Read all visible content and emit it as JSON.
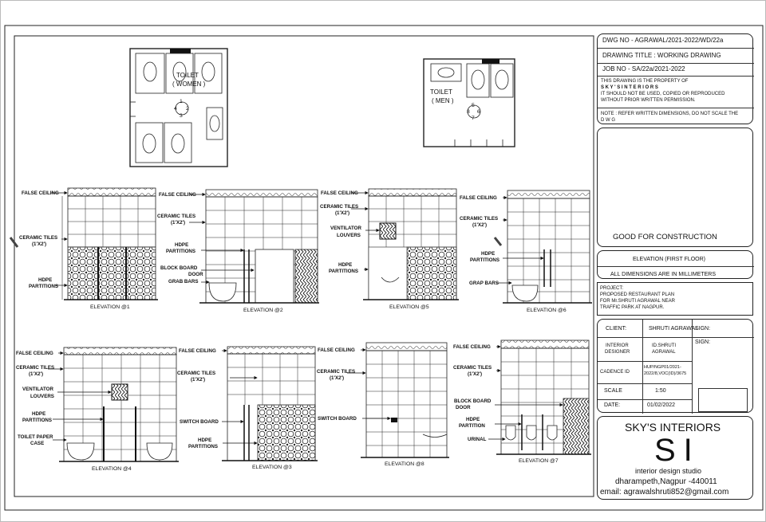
{
  "title_block": {
    "dwg_no": "DWG NO - AGRAWAL/2021-2022/WD/22a",
    "drawing_title": "DRAWING TITLE :  WORKING DRAWING",
    "job_no": "JOB NO - SA/22a/2021-2022",
    "property_lines": [
      "THIS DRAWING IS THE PROPERTY OF",
      "S K Y ' S   I N T E R I O R S",
      "IT SHOULD NOT BE USED, COPIED OR REPRODUCED",
      "WITHOUT PRIOR WRITTEN PERMISSION."
    ],
    "note_lines": [
      "NOTE : REFER WRITTEN DIMENSIONS, DO NOT SCALE THE",
      "D                         W                         G"
    ],
    "good_for_construction": "GOOD FOR CONSTRUCTION",
    "elevation_title": "ELEVATION (FIRST FLOOR)",
    "dimensions_note": "ALL DIMENSIONS ARE IN MILLIMETERS",
    "project_lines": [
      "PROJECT:",
      "PROPOSED RESTAURANT PLAN",
      "FOR Mr.SHRUTI AGRAWAL NEAR",
      "TRAFFIC PARK AT NAGPUR."
    ],
    "client": "CLIENT:",
    "client_value": "SHRUTI AGRAWAL",
    "sign": "SIGN:",
    "interior_designer": [
      "INTERIOR",
      "DESIGNER"
    ],
    "designer_value": [
      "ID.SHRUTI",
      "AGRAWAL"
    ],
    "cadence_id": "CADENCE ID",
    "cadence_value": [
      "HUP/NGP01/2021-",
      "2022/8,VOC(ID)/3675"
    ],
    "scale": "SCALE",
    "scale_value": "1:50",
    "date": "DATE:",
    "date_value": "01/02/2022",
    "company": "SKY'S INTERIORS",
    "logo": "SI",
    "studio": "interior design studio",
    "address": "dharampeth,Nagpur -440011",
    "email": "email: agrawalshruti852@gmail.com"
  },
  "plans": {
    "women_label": [
      "TOILET",
      "( WOMEN )"
    ],
    "men_label": [
      "TOILET",
      "( MEN )"
    ],
    "women_nums": [
      "1",
      "4",
      "2",
      "3"
    ],
    "men_nums": [
      "5",
      "8",
      "6",
      "7"
    ]
  },
  "callouts": {
    "false_ceiling": "FALSE CEILING",
    "ceramic_tiles": "CERAMIC TILES",
    "tile_size": "(1'X2')",
    "hdpe": "HDPE",
    "partitions": "PARTITIONS",
    "partition": "PARTITION",
    "block_board": "BLOCK BOARD",
    "door": "DOOR",
    "grab_bars": "GRAB BARS",
    "grap_bars": "GRAP BARS",
    "ventilator": "VENTILATOR",
    "louvers": "LOUVERS",
    "toilet_paper": "TOILET PAPER",
    "case": "CASE",
    "switch_board": "SWITCH BOARD",
    "urinal": "URINAL"
  },
  "elevations": [
    "ELEVATION @1",
    "ELEVATION @2",
    "ELEVATION @5",
    "ELEVATION @6",
    "ELEVATION @4",
    "ELEVATION @3",
    "ELEVATION @8",
    "ELEVATION @7"
  ]
}
